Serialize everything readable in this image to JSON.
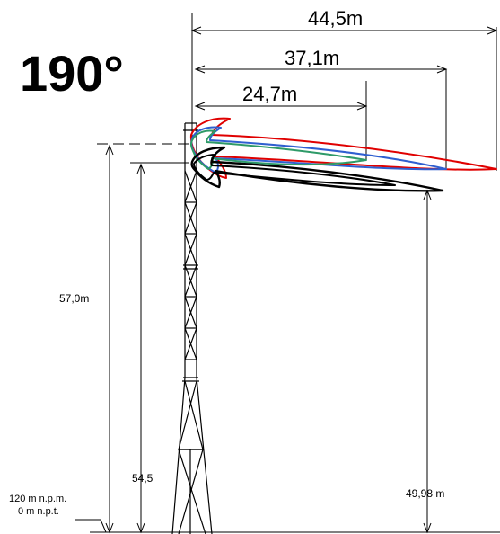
{
  "angle_label": "190°",
  "horizontal_dimensions": [
    {
      "label": "44,5m",
      "color": "#e00000"
    },
    {
      "label": "37,1m",
      "color": "#2f5fd0"
    },
    {
      "label": "24,7m",
      "color": "#2e9a68"
    }
  ],
  "vertical_dimensions": [
    {
      "label": "57,0m"
    },
    {
      "label": "54,5"
    },
    {
      "label": "49,98 m"
    }
  ],
  "ground_reference": {
    "line1": "120 m n.p.m.",
    "line2": "0 m n.p.t."
  },
  "colors": {
    "red": "#e00000",
    "blue": "#2f5fd0",
    "green": "#2e9a68",
    "black": "#000000"
  }
}
